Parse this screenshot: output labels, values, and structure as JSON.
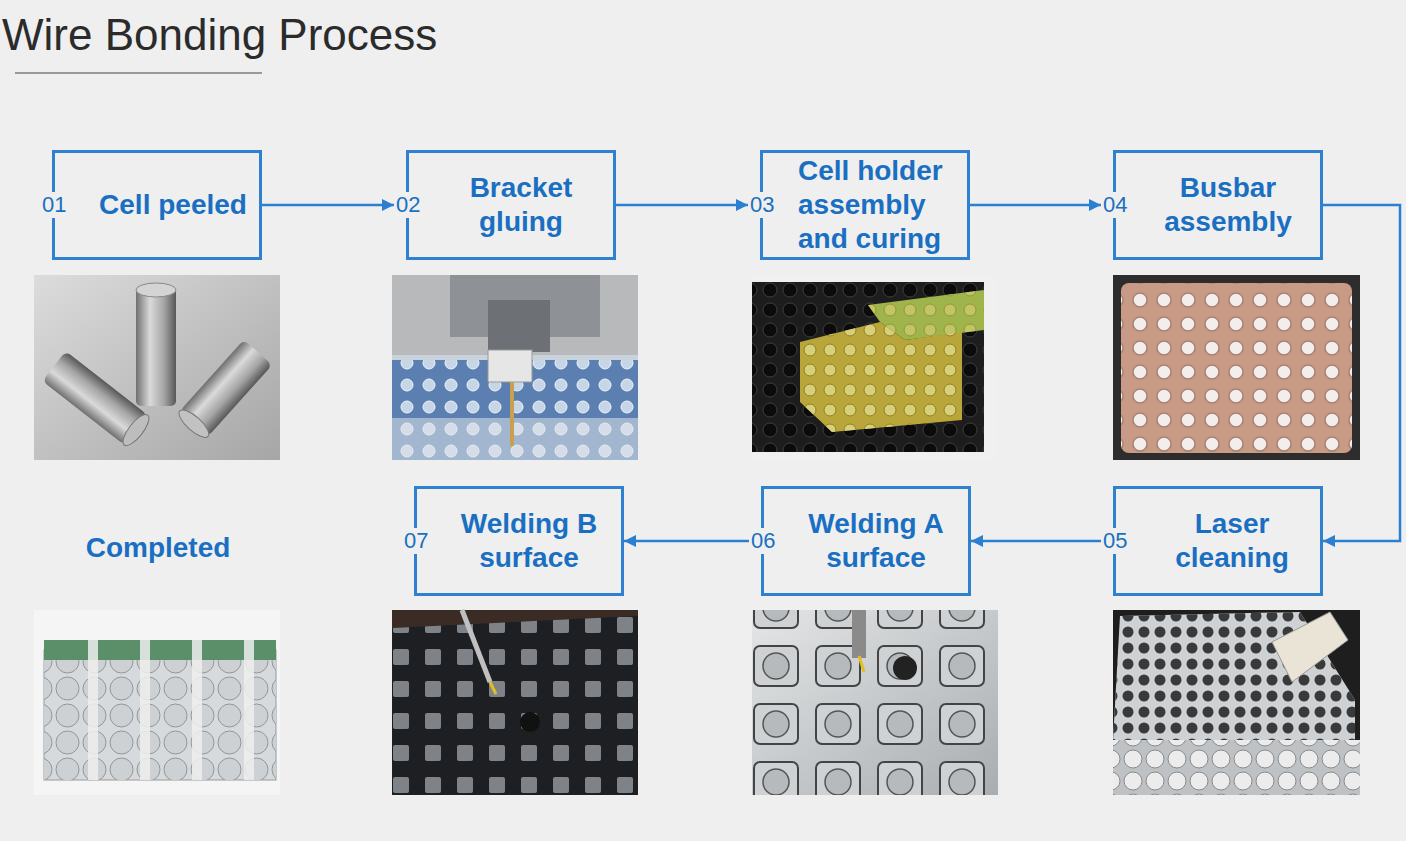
{
  "diagram": {
    "title": "Wire Bonding Process",
    "nodes": [
      {
        "text": [
          "01",
          "Cell peeled"
        ]
      },
      {
        "text": [
          "02",
          "Bracket gluing"
        ]
      },
      {
        "text": [
          "03",
          "Cell holder assembly and curing"
        ]
      },
      {
        "text": [
          "04",
          "Busbar assembly"
        ]
      },
      {
        "text": [
          "05",
          "Laser cleaning"
        ]
      },
      {
        "text": [
          "06",
          "Welding A surface"
        ]
      },
      {
        "text": [
          "07",
          "Welding B surface"
        ]
      }
    ],
    "edges": [
      {
        "from": 0,
        "to": 1,
        "arrow": "to"
      },
      {
        "from": 1,
        "to": 2,
        "arrow": "to"
      },
      {
        "from": 2,
        "to": 3,
        "arrow": "to"
      },
      {
        "from": 3,
        "to": 4,
        "arrow": "to"
      },
      {
        "from": 4,
        "to": 5,
        "arrow": "to"
      },
      {
        "from": 5,
        "to": 6,
        "arrow": "to"
      }
    ],
    "labels": [
      "Completed"
    ]
  }
}
